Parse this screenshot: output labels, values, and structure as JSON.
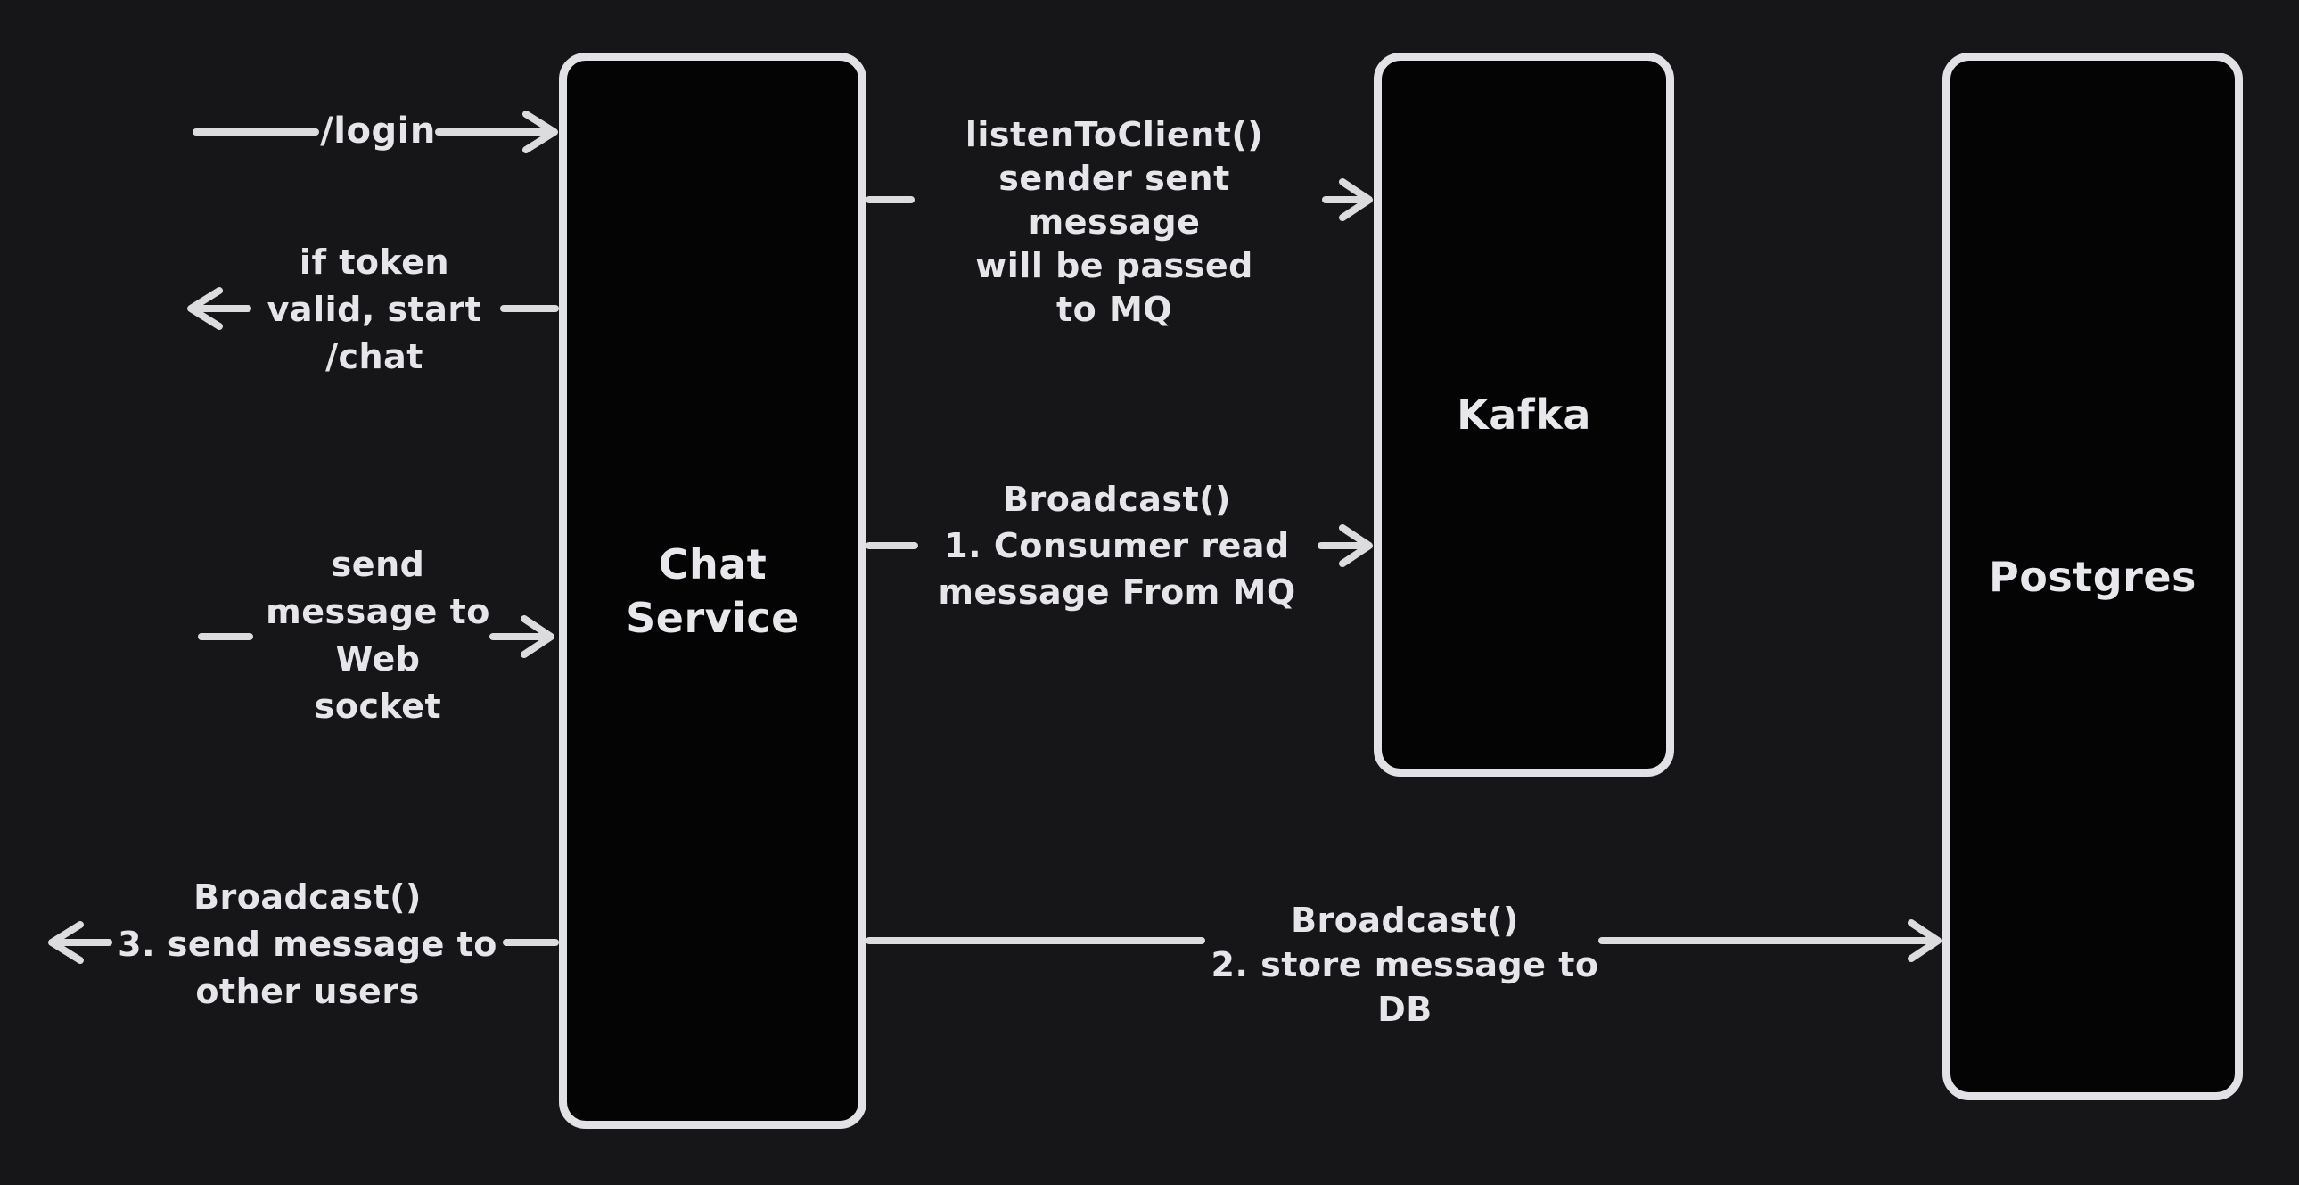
{
  "colors": {
    "background": "#161618",
    "node_fill": "#040404",
    "stroke": "#e2e2e6",
    "text": "#e6e6ea"
  },
  "nodes": [
    {
      "id": "chat-service",
      "label": "Chat\nService"
    },
    {
      "id": "kafka",
      "label": "Kafka"
    },
    {
      "id": "postgres",
      "label": "Postgres"
    }
  ],
  "edges": [
    {
      "id": "login",
      "label": "/login",
      "direction": "right",
      "from": "client",
      "to": "chat-service"
    },
    {
      "id": "token-valid",
      "label": "if token\nvalid, start\n/chat",
      "direction": "left",
      "from": "chat-service",
      "to": "client"
    },
    {
      "id": "send-websocket",
      "label": "send\nmessage to\nWeb\nsocket",
      "direction": "right",
      "from": "client",
      "to": "chat-service"
    },
    {
      "id": "broadcast-other-users",
      "label": "Broadcast()\n3. send message to\nother users",
      "direction": "left",
      "from": "chat-service",
      "to": "client"
    },
    {
      "id": "listen-to-client",
      "label": "listenToClient()\nsender sent message\nwill be passed\nto MQ",
      "direction": "right",
      "from": "chat-service",
      "to": "kafka"
    },
    {
      "id": "broadcast-consumer-read",
      "label": "Broadcast()\n1. Consumer read\nmessage From MQ",
      "direction": "right",
      "from": "chat-service",
      "to": "kafka"
    },
    {
      "id": "broadcast-store-db",
      "label": "Broadcast()\n2. store message to DB",
      "direction": "right",
      "from": "chat-service",
      "to": "postgres"
    }
  ]
}
